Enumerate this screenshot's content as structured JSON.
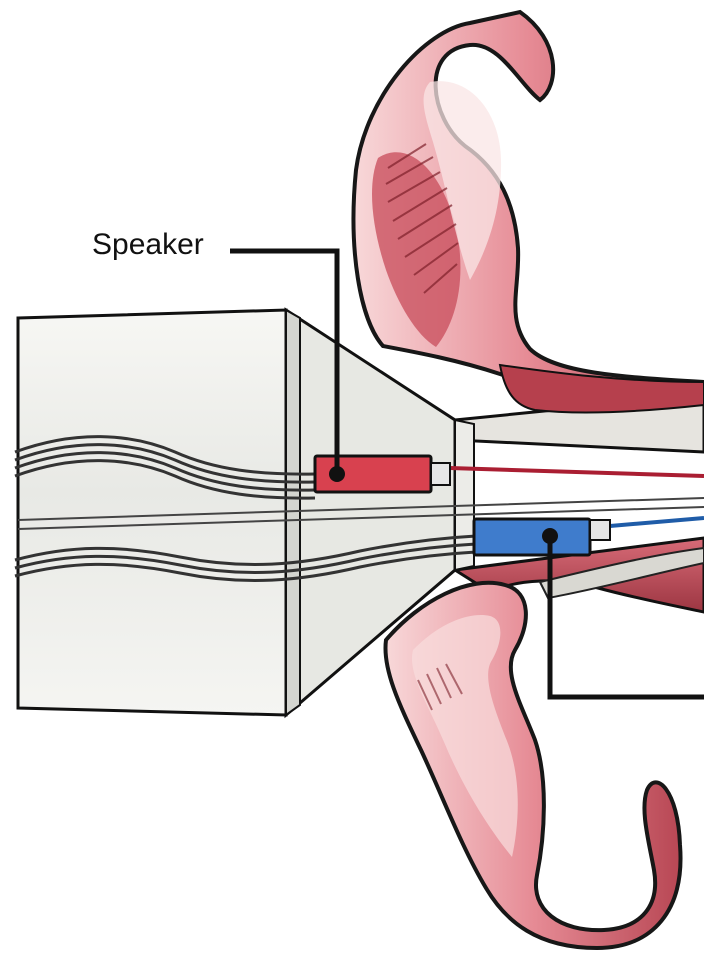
{
  "labels": {
    "speaker": "Speaker"
  },
  "colors": {
    "speaker_component": "#d8414f",
    "microphone_component": "#3f7ccc",
    "ear_tissue": "#c85a66",
    "ear_tissue_light": "#f1c3c6",
    "probe_body": "#eceeea",
    "outline": "#111111"
  },
  "icons": {
    "speaker_component": "red-speaker-block",
    "microphone_component": "blue-microphone-block"
  }
}
